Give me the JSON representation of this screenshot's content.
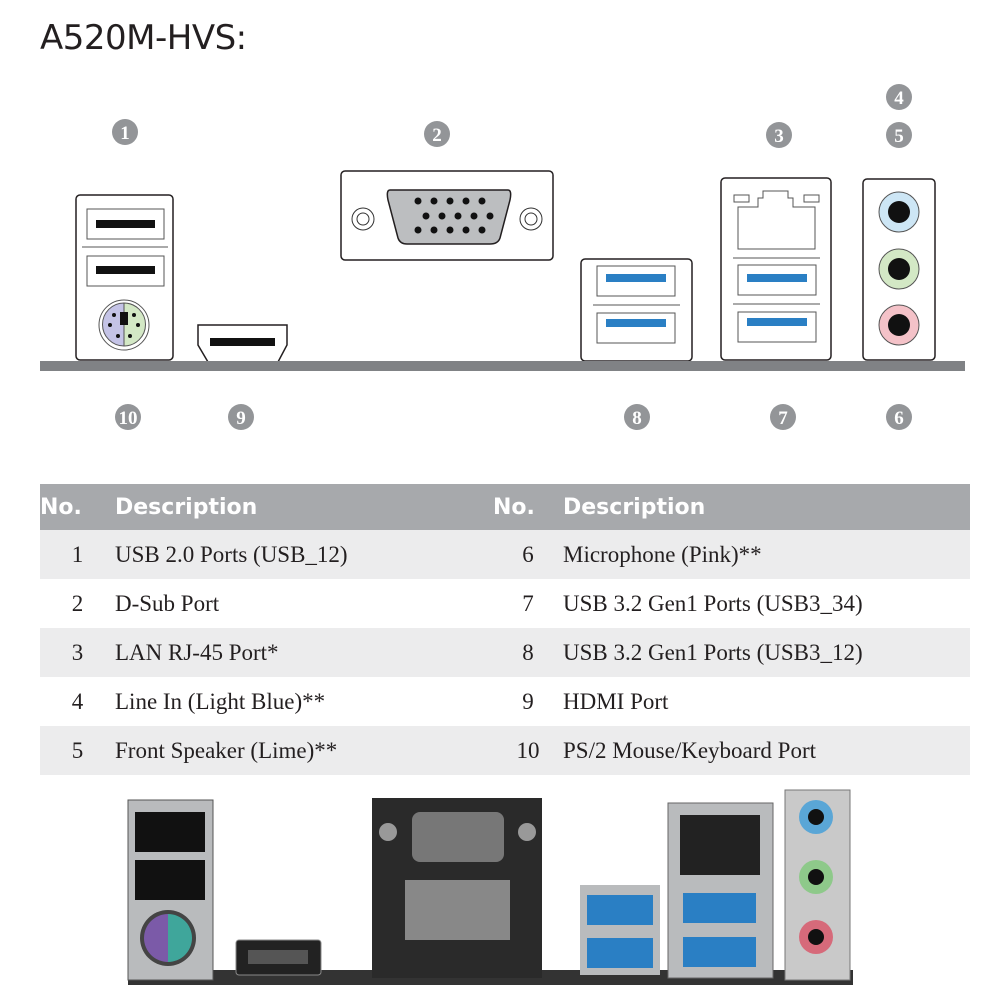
{
  "title": "A520M-HVS:",
  "callouts": {
    "c1": "1",
    "c2": "2",
    "c3": "3",
    "c4": "4",
    "c5": "5",
    "c6": "6",
    "c7": "7",
    "c8": "8",
    "c9": "9",
    "c10": "10"
  },
  "table": {
    "headers": {
      "no": "No.",
      "description": "Description"
    },
    "rows": [
      {
        "no1": "1",
        "d1": "USB 2.0 Ports (USB_12)",
        "no2": "6",
        "d2": "Microphone (Pink)**"
      },
      {
        "no1": "2",
        "d1": "D-Sub Port",
        "no2": "7",
        "d2": "USB 3.2 Gen1 Ports (USB3_34)"
      },
      {
        "no1": "3",
        "d1": "LAN RJ-45 Port*",
        "no2": "8",
        "d2": "USB 3.2 Gen1 Ports (USB3_12)"
      },
      {
        "no1": "4",
        "d1": "Line In (Light Blue)**",
        "no2": "9",
        "d2": "HDMI Port"
      },
      {
        "no1": "5",
        "d1": "Front Speaker (Lime)**",
        "no2": "10",
        "d2": "PS/2 Mouse/Keyboard Port"
      }
    ]
  },
  "colors": {
    "usb3": "#2a7fc4",
    "line_in": "#cde6f5",
    "lime": "#d3e8c5",
    "pink": "#f4c2c8",
    "bar": "#808285"
  }
}
